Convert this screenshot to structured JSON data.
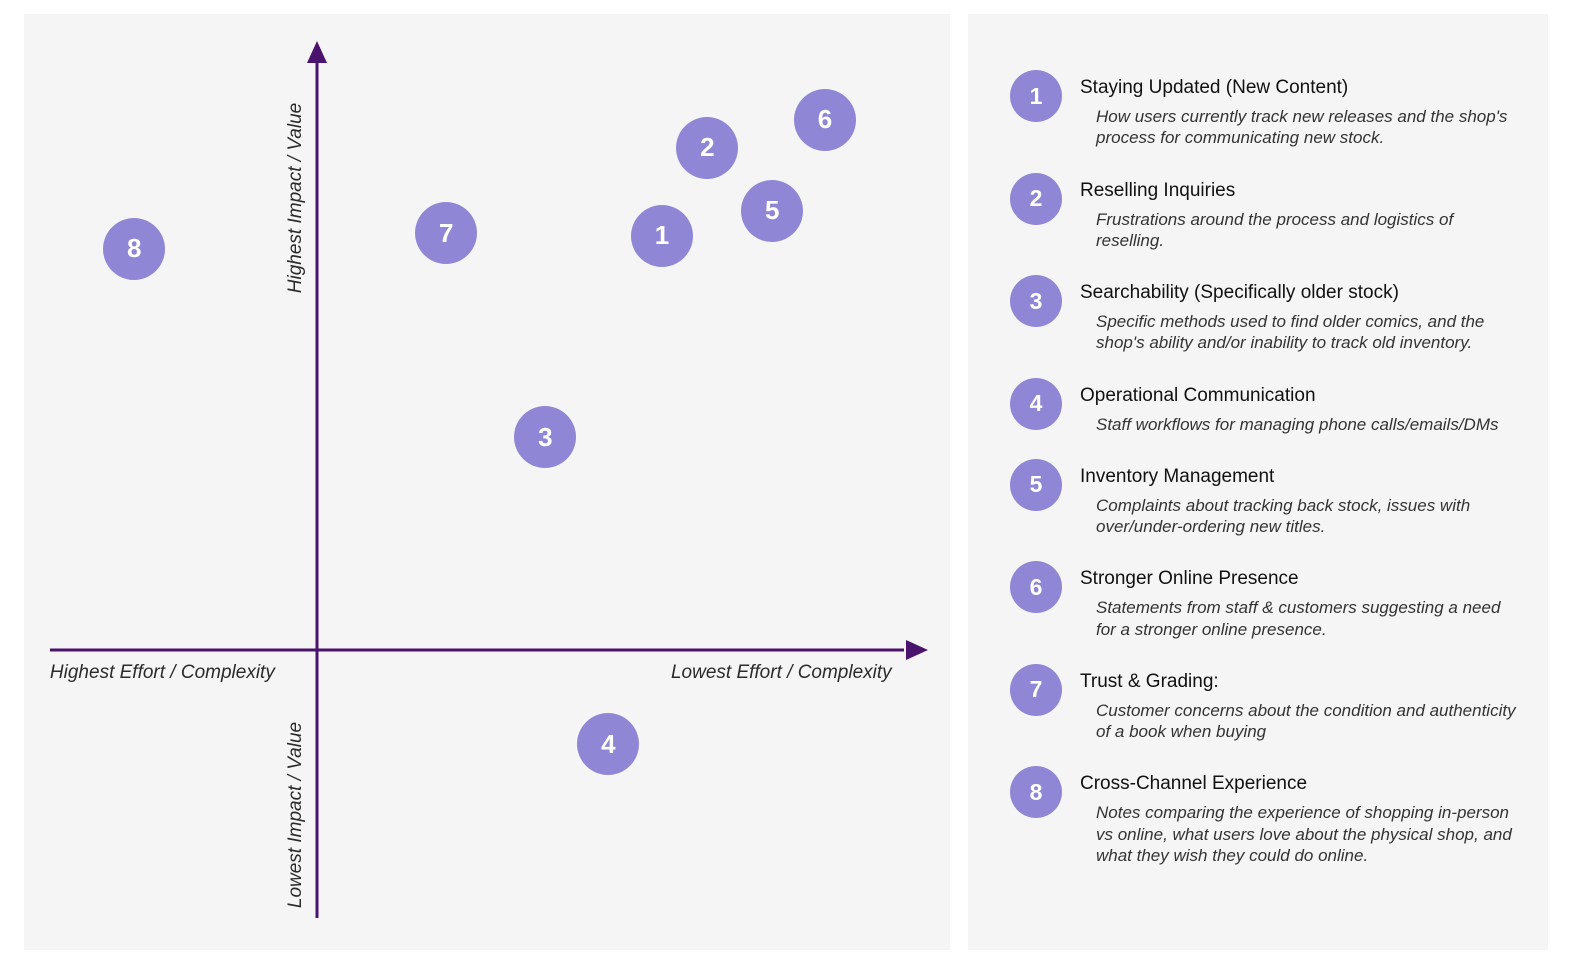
{
  "colors": {
    "bubble": "#8f87d5",
    "bubble_text": "#ffffff",
    "axis": "#4a136e",
    "panel_bg": "#f5f5f6",
    "title_text": "#111111",
    "desc_text": "#333333",
    "axis_label_text": "#2b2b2b"
  },
  "chart_data": {
    "type": "scatter",
    "title": "",
    "x_axis": {
      "left_label": "Highest Effort / Complexity",
      "right_label": "Lowest Effort / Complexity"
    },
    "y_axis": {
      "top_label": "Highest Impact / Value",
      "bottom_label": "Lowest Impact / Value"
    },
    "axis_origin": {
      "x_pct": 31.6,
      "y_pct": 67.9
    },
    "points": [
      {
        "id": "1",
        "x_pct": 68.9,
        "y_pct": 23.7
      },
      {
        "id": "2",
        "x_pct": 73.8,
        "y_pct": 14.3
      },
      {
        "id": "3",
        "x_pct": 56.3,
        "y_pct": 45.2
      },
      {
        "id": "4",
        "x_pct": 63.1,
        "y_pct": 78.0
      },
      {
        "id": "5",
        "x_pct": 80.8,
        "y_pct": 21.0
      },
      {
        "id": "6",
        "x_pct": 86.5,
        "y_pct": 11.3
      },
      {
        "id": "7",
        "x_pct": 45.6,
        "y_pct": 23.4
      },
      {
        "id": "8",
        "x_pct": 11.9,
        "y_pct": 25.1
      }
    ]
  },
  "legend": {
    "items": [
      {
        "num": "1",
        "title": "Staying Updated (New Content)",
        "desc": "How users currently track new releases and the shop's process for communicating new stock."
      },
      {
        "num": "2",
        "title": "Reselling Inquiries",
        "desc": "Frustrations around the process and logistics of reselling."
      },
      {
        "num": "3",
        "title": "Searchability (Specifically older stock)",
        "desc": "Specific methods used to find older comics, and the shop's ability and/or inability to track old inventory."
      },
      {
        "num": "4",
        "title": "Operational Communication",
        "desc": "Staff workflows for managing phone calls/emails/DMs"
      },
      {
        "num": "5",
        "title": "Inventory Management",
        "desc": "Complaints about tracking back stock, issues with over/under-ordering new titles."
      },
      {
        "num": "6",
        "title": "Stronger Online Presence",
        "desc": "Statements from staff & customers suggesting a need for a stronger online presence."
      },
      {
        "num": "7",
        "title": "Trust & Grading:",
        "desc": "Customer concerns about the condition and authenticity of a book when buying"
      },
      {
        "num": "8",
        "title": "Cross-Channel Experience",
        "desc": "Notes comparing the experience of shopping in-person vs online, what users love about the physical shop, and what they wish they could do online."
      }
    ]
  }
}
